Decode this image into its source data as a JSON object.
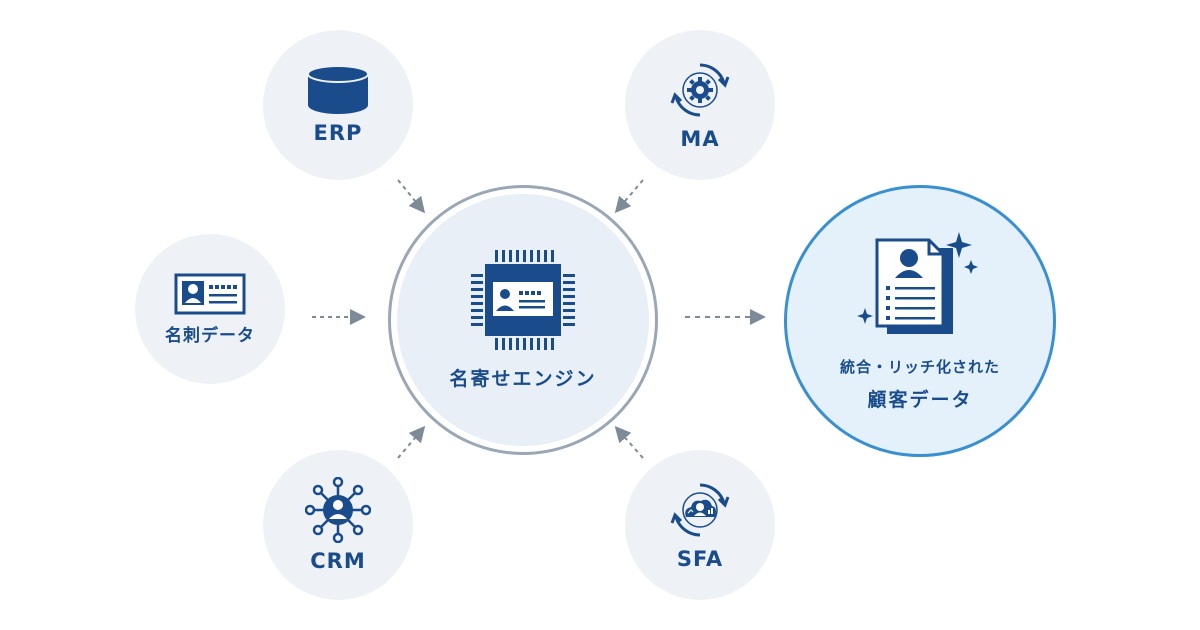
{
  "sources": {
    "erp": {
      "label": "ERP",
      "icon": "database-icon"
    },
    "ma": {
      "label": "MA",
      "icon": "gear-cycle-icon"
    },
    "card": {
      "label": "名刺データ",
      "icon": "business-card-icon"
    },
    "crm": {
      "label": "CRM",
      "icon": "network-person-icon"
    },
    "sfa": {
      "label": "SFA",
      "icon": "cloud-cycle-icon"
    }
  },
  "engine": {
    "label": "名寄せエンジン",
    "icon": "chip-icon"
  },
  "result": {
    "sub_label": "統合・リッチ化された",
    "main_label": "顧客データ",
    "icon": "customer-document-icon"
  },
  "colors": {
    "primary": "#1a4c8c",
    "node_bg": "#eef2f6",
    "ring": "#9aa7b4",
    "accent": "#3a8fd0",
    "arrow": "#7d8a97"
  }
}
